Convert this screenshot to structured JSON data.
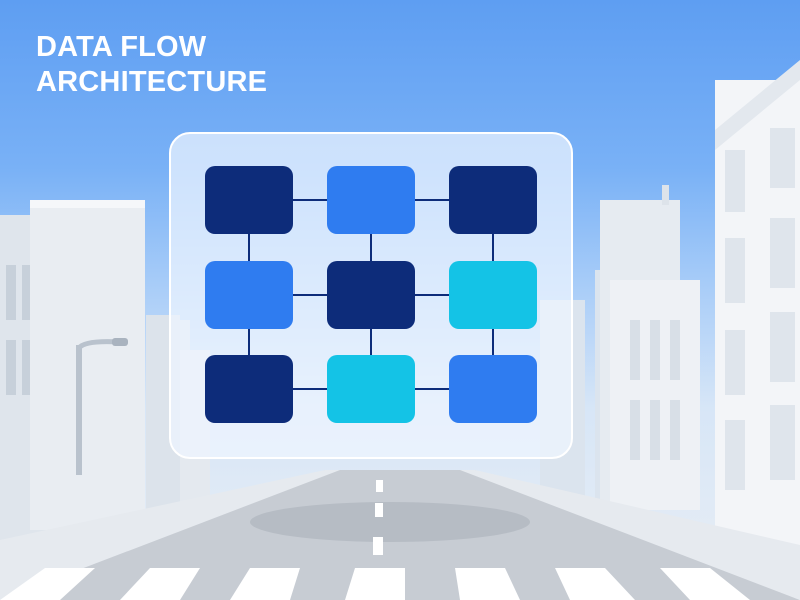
{
  "headline": {
    "line1": "DATA FLOW",
    "line2": "ARCHITECTURE"
  },
  "diagram": {
    "rows": 3,
    "cols": 3,
    "nodes": [
      {
        "row": 0,
        "col": 0,
        "color": "#0d2c7a"
      },
      {
        "row": 0,
        "col": 1,
        "color": "#2f7cf0"
      },
      {
        "row": 0,
        "col": 2,
        "color": "#0d2c7a"
      },
      {
        "row": 1,
        "col": 0,
        "color": "#2f7cf0"
      },
      {
        "row": 1,
        "col": 1,
        "color": "#0d2c7a"
      },
      {
        "row": 1,
        "col": 2,
        "color": "#14c3e6"
      },
      {
        "row": 2,
        "col": 0,
        "color": "#0d2c7a"
      },
      {
        "row": 2,
        "col": 1,
        "color": "#14c3e6"
      },
      {
        "row": 2,
        "col": 2,
        "color": "#2f7cf0"
      }
    ],
    "connectors": [
      {
        "from": [
          0,
          0
        ],
        "to": [
          0,
          1
        ]
      },
      {
        "from": [
          0,
          1
        ],
        "to": [
          0,
          2
        ]
      },
      {
        "from": [
          1,
          0
        ],
        "to": [
          1,
          1
        ]
      },
      {
        "from": [
          1,
          1
        ],
        "to": [
          1,
          2
        ]
      },
      {
        "from": [
          2,
          0
        ],
        "to": [
          2,
          1
        ]
      },
      {
        "from": [
          2,
          1
        ],
        "to": [
          2,
          2
        ]
      },
      {
        "from": [
          0,
          0
        ],
        "to": [
          1,
          0
        ]
      },
      {
        "from": [
          1,
          0
        ],
        "to": [
          2,
          0
        ]
      },
      {
        "from": [
          0,
          1
        ],
        "to": [
          1,
          1
        ]
      },
      {
        "from": [
          1,
          1
        ],
        "to": [
          2,
          1
        ]
      },
      {
        "from": [
          0,
          2
        ],
        "to": [
          1,
          2
        ]
      },
      {
        "from": [
          1,
          2
        ],
        "to": [
          2,
          2
        ]
      }
    ],
    "connector_color": "#0d2c7a"
  },
  "colors": {
    "sky_top": "#5e9ef2",
    "panel_border": "#ffffff",
    "building_light": "#eef2f7",
    "building_mid": "#d5dde6",
    "road": "#c7ccd3",
    "lane_marking": "#ffffff"
  }
}
